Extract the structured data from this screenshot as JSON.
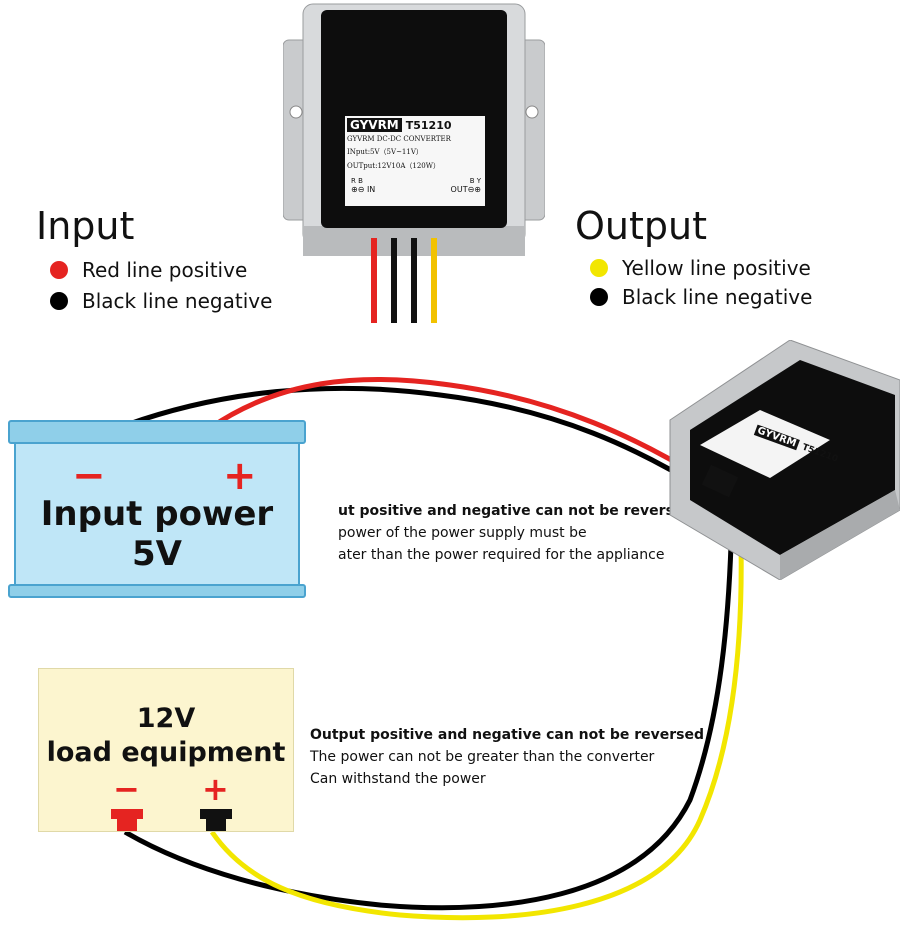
{
  "input_legend": {
    "heading": "Input",
    "items": [
      {
        "label": "Red line positive",
        "color": "#e52421"
      },
      {
        "label": "Black line negative",
        "color": "#000000"
      }
    ]
  },
  "output_legend": {
    "heading": "Output",
    "items": [
      {
        "label": "Yellow line positive",
        "color": "#f2e600"
      },
      {
        "label": "Black line negative",
        "color": "#000000"
      }
    ]
  },
  "converter_label": {
    "brand": "GYVRM",
    "model": "T51210",
    "type": "GYVRM DC-DC  CONVERTER",
    "input_spec": "INput:5V（5V~11V）",
    "output_spec": "OUTput:12V10A（120W）",
    "pin_left": "R B",
    "pin_right": "B Y",
    "in_label": "⊕⊖ IN",
    "out_label": "OUT⊖⊕"
  },
  "battery": {
    "minus": "−",
    "plus": "+",
    "title": "Input power",
    "voltage": "5V",
    "fill_color": "#bfe6f7",
    "border_color": "#4aa3cf"
  },
  "input_note": {
    "line1": "ut positive and negative can not be reversed",
    "line2": " power of the power supply must be",
    "line3": "ater than the power required for the appliance"
  },
  "load": {
    "voltage": "12V",
    "title": "load equipment",
    "minus": "−",
    "plus": "+",
    "fill_color": "#fcf5cf"
  },
  "output_note": {
    "line1": "Output positive and negative can not be reversed",
    "line2": "The power can not be greater than the converter",
    "line3": "Can withstand the power"
  }
}
